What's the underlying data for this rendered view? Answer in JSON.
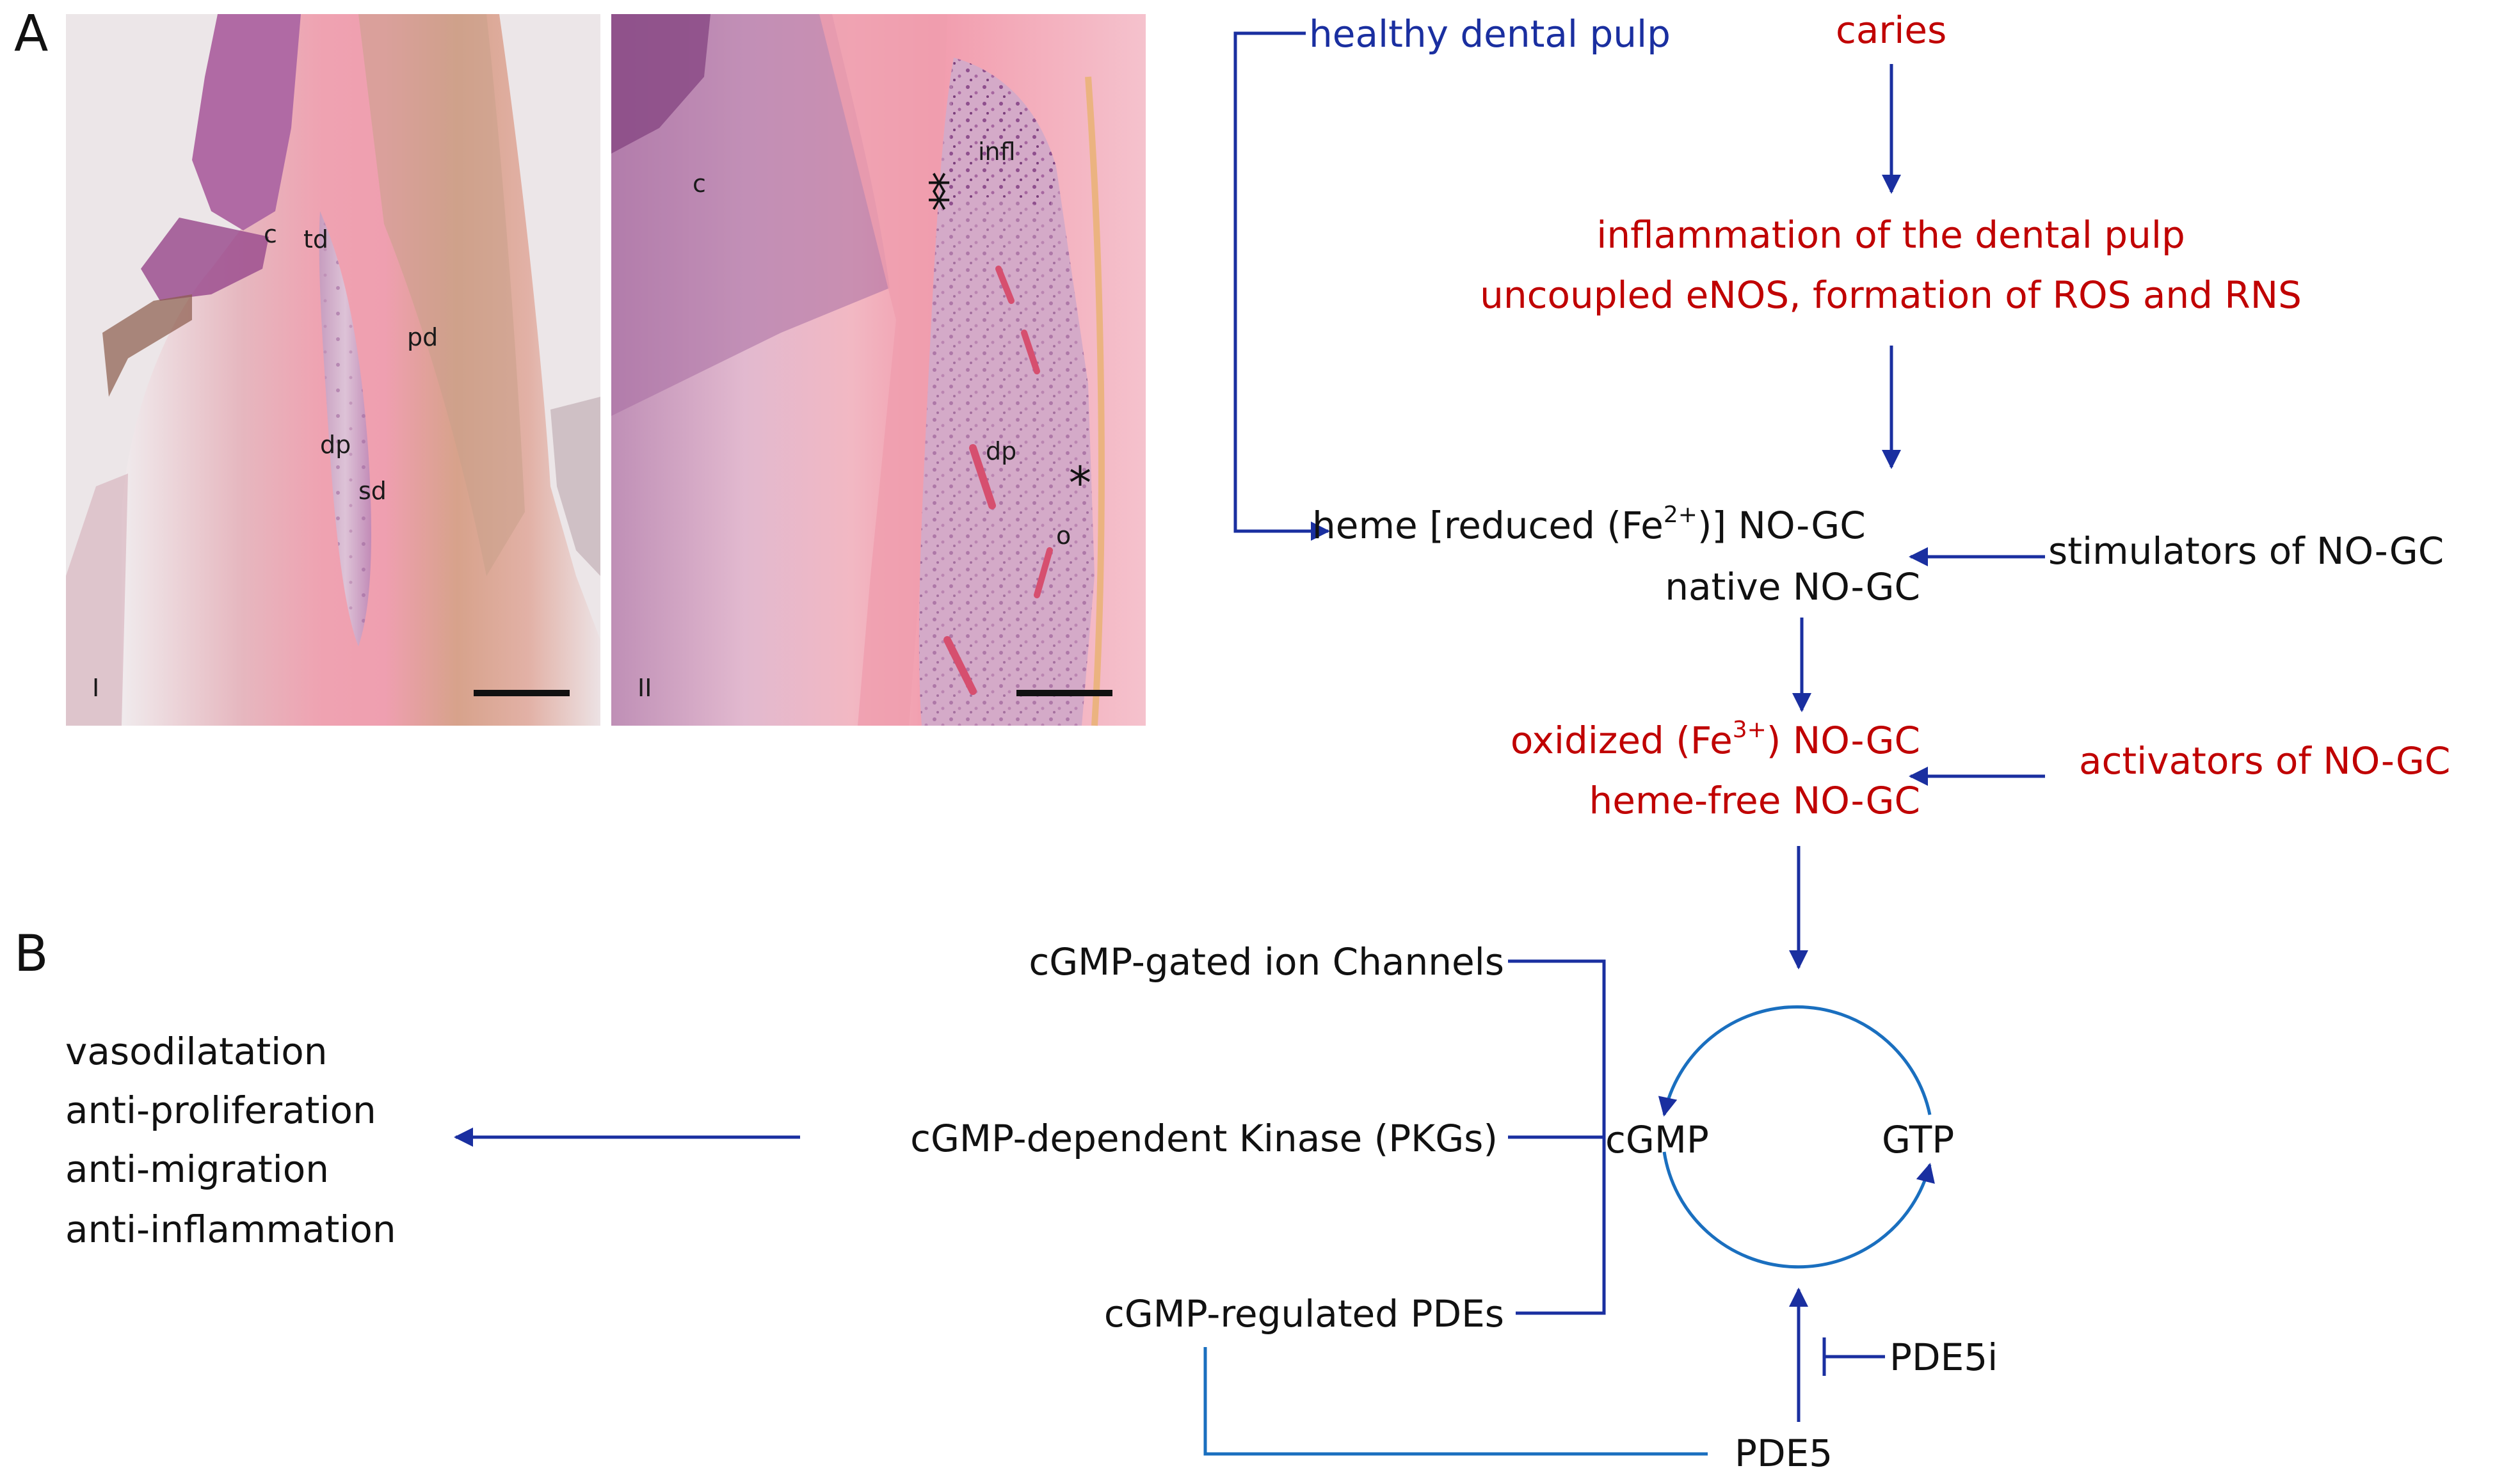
{
  "panels": {
    "a_label": "A",
    "b_label": "B"
  },
  "micrograph_I": {
    "roman": "I",
    "labels": {
      "c": "c",
      "td": "td",
      "pd": "pd",
      "dp": "dp",
      "sd": "sd"
    }
  },
  "micrograph_II": {
    "roman": "II",
    "labels": {
      "c": "c",
      "infl": "infl",
      "double_star": "**",
      "dp": "dp",
      "star": "*",
      "o": "o"
    }
  },
  "flow": {
    "healthy": "healthy dental pulp",
    "caries": "caries",
    "inflammation_1": "inflammation of the dental pulp",
    "inflammation_2": "uncoupled eNOS, formation of ROS and RNS",
    "heme_pre": "heme [reduced (Fe",
    "heme_sup": "2+",
    "heme_post": ")] NO-GC",
    "native": "native NO-GC",
    "stimulators": "stimulators of NO-GC",
    "oxidized_pre": "oxidized (Fe",
    "oxidized_sup": "3+",
    "oxidized_post": ") NO-GC",
    "heme_free": "heme-free NO-GC",
    "activators": "activators of NO-GC"
  },
  "cycle": {
    "cgmp": "cGMP",
    "gtp": "GTP",
    "pde5": "PDE5",
    "pde5i": "PDE5i"
  },
  "targets": {
    "channels": "cGMP-gated ion Channels",
    "kinase": "cGMP-dependent  Kinase (PKGs)",
    "pdes": "cGMP-regulated PDEs"
  },
  "effects": [
    "vasodilatation",
    "anti-proliferation",
    "anti-migration",
    "anti-inflammation"
  ],
  "colors": {
    "arrow": "#1a2fa0",
    "accent_red": "#c00000",
    "tissue_pink": "#e7a9b6",
    "tissue_brown": "#c69a7c",
    "tissue_purple": "#9a5d97"
  }
}
